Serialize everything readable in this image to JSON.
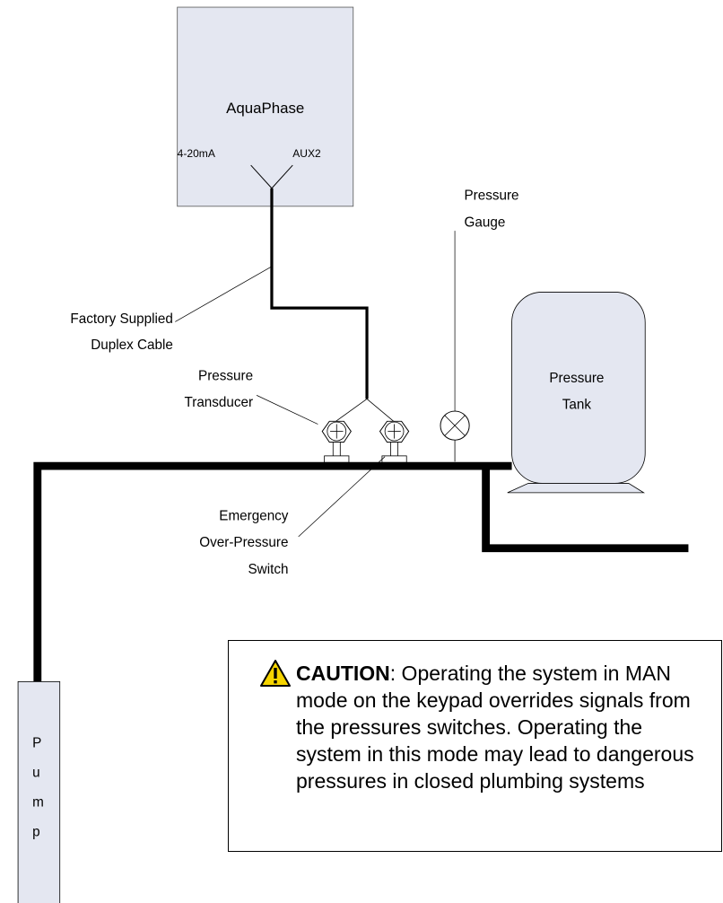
{
  "controller": {
    "name": "AquaPhase",
    "port_left": "4-20mA",
    "port_right": "AUX2"
  },
  "labels": {
    "pressure_gauge": [
      "Pressure",
      "Gauge"
    ],
    "cable": [
      "Factory Supplied",
      "Duplex Cable"
    ],
    "transducer": [
      "Pressure",
      "Transducer"
    ],
    "tank": [
      "Pressure",
      "Tank"
    ],
    "switch": [
      "Emergency",
      "Over-Pressure",
      "Switch"
    ],
    "pump": [
      "P",
      "u",
      "m",
      "p"
    ]
  },
  "caution": {
    "heading": "CAUTION",
    "text": ": Operating the system in MAN mode on the keypad overrides signals from the pressures switches.  Operating the system in this mode may lead to dangerous pressures in closed plumbing systems",
    "icon": "warning-triangle-icon"
  },
  "colors": {
    "controller_fill": "#e4e7f1",
    "tank_fill": "#e4e7f1",
    "pump_fill": "#e4e7f1",
    "warning_yellow": "#f5d400"
  }
}
